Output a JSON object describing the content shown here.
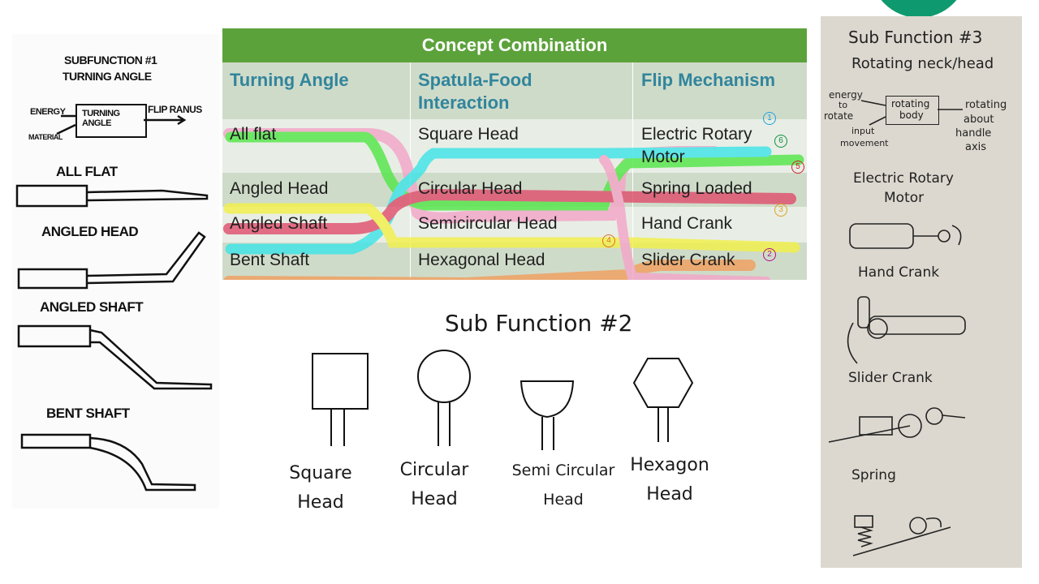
{
  "left": {
    "title_line1": "SUBFUNCTION #1",
    "title_line2": "TURNING ANGLE",
    "block_inputs": [
      "ENERGY",
      "MATERIAL"
    ],
    "block_label_line1": "TURNING",
    "block_label_line2": "ANGLE",
    "block_output": "FLIP RANUS",
    "sketches": [
      "ALL FLAT",
      "ANGLED HEAD",
      "ANGLED SHAFT",
      "BENT SHAFT"
    ]
  },
  "table": {
    "title": "Concept Combination",
    "columns": [
      "Turning Angle",
      "Spatula-Food Interaction",
      "Flip Mechanism"
    ],
    "rows": [
      [
        "All flat",
        "Square Head",
        "Electric Rotary Motor"
      ],
      [
        "Angled Head",
        "Circular Head",
        "Spring Loaded"
      ],
      [
        "Angled Shaft",
        "Semicircular Head",
        "Hand Crank"
      ],
      [
        "Bent Shaft",
        "Hexagonal Head",
        "Slider Crank"
      ]
    ],
    "markers": [
      "1",
      "6",
      "5",
      "3",
      "4",
      "2"
    ],
    "colors": {
      "header": "#5ca23b",
      "column_head_text": "#31859c",
      "row_dark": "#cfdbc9",
      "row_light": "#e8eee5",
      "path_green": "#54e64a",
      "path_cyan": "#3fe4e8",
      "path_pink": "#f4a6c8",
      "path_red": "#e0506e",
      "path_yellow": "#f2f04a",
      "path_orange": "#f0a060"
    }
  },
  "sub2": {
    "title": "Sub Function #2",
    "shapes": [
      {
        "line1": "Square",
        "line2": "Head"
      },
      {
        "line1": "Circular",
        "line2": "Head"
      },
      {
        "line1": "Semi Circular",
        "line2": "Head"
      },
      {
        "line1": "Hexagon",
        "line2": "Head"
      }
    ]
  },
  "right": {
    "title_line1": "Sub Function #3",
    "title_line2": "Rotating neck/head",
    "inputs_line1": "energy",
    "inputs_line2": "to",
    "inputs_line3": "rotate",
    "input_move_line1": "input",
    "input_move_line2": "movement",
    "block_line1": "rotating",
    "block_line2": "body",
    "output_line1": "rotating",
    "output_line2": "about",
    "output_line3": "handle",
    "output_line4": "axis",
    "sketches": [
      "Electric Rotary",
      "Motor",
      "Hand Crank",
      "Slider Crank",
      "Spring"
    ]
  }
}
